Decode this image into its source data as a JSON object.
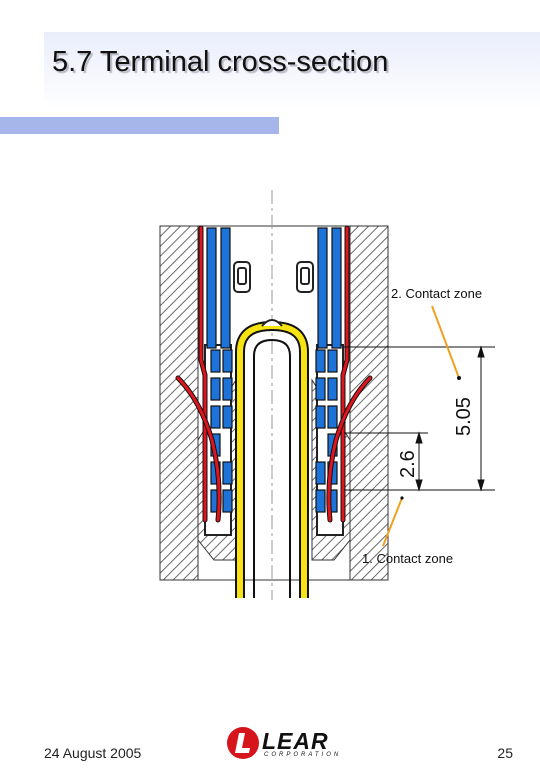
{
  "slide": {
    "title": "5.7 Terminal cross-section",
    "accent_color": "#a6b5ea"
  },
  "diagram": {
    "dimension_long": "5.05",
    "dimension_short": "2.6",
    "callout_upper": "2. Contact zone",
    "callout_lower": "1. Contact zone",
    "colors": {
      "housing_hatch": "#555555",
      "contact_blue": "#1e73d8",
      "spring_red": "#e0141c",
      "pin_yellow": "#f7e312",
      "leader_orange": "#f0a020"
    }
  },
  "footer": {
    "date": "24 August 2005",
    "page_number": "25",
    "logo_text": "LEAR",
    "logo_subtext": "CORPORATION"
  }
}
